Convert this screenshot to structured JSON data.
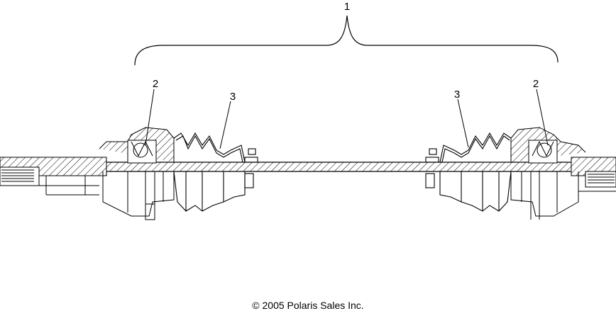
{
  "diagram": {
    "callouts": [
      {
        "id": "1",
        "label": "1"
      },
      {
        "id": "2-left",
        "label": "2"
      },
      {
        "id": "3-left",
        "label": "3"
      },
      {
        "id": "3-right",
        "label": "3"
      },
      {
        "id": "2-right",
        "label": "2"
      }
    ]
  },
  "footer": {
    "copyright": "© 2005 Polaris Sales Inc."
  },
  "colors": {
    "line": "#000000",
    "background": "#ffffff"
  }
}
